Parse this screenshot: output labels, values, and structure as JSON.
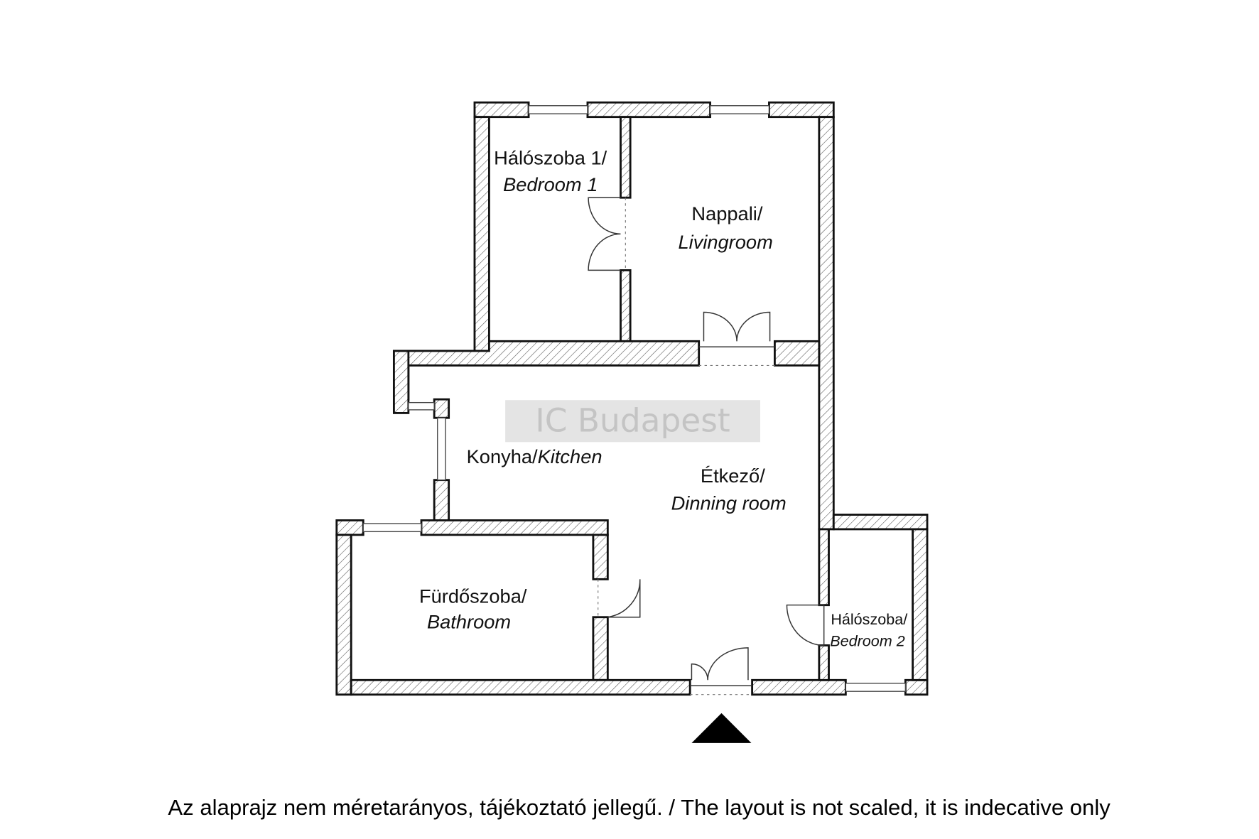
{
  "rooms": {
    "bedroom1": {
      "hu": "Hálószoba 1/",
      "en": "Bedroom 1"
    },
    "living": {
      "hu": "Nappali/",
      "en": "Livingroom"
    },
    "kitchen": {
      "hu": "Konyha/",
      "en": "Kitchen"
    },
    "dining": {
      "hu": "Étkező/",
      "en": "Dinning room"
    },
    "bathroom": {
      "hu": "Fürdőszoba/",
      "en": "Bathroom"
    },
    "bedroom2": {
      "hu": "Hálószoba/",
      "en": "Bedroom 2"
    }
  },
  "watermark": "IC Budapest",
  "footer": "Az alaprajz nem méretarányos, tájékoztató jellegű. / The layout is not scaled, it is indecative only",
  "colors": {
    "wall": "#111111",
    "watermark_bg": "#e4e4e4",
    "watermark_text": "#c4c4c4"
  }
}
